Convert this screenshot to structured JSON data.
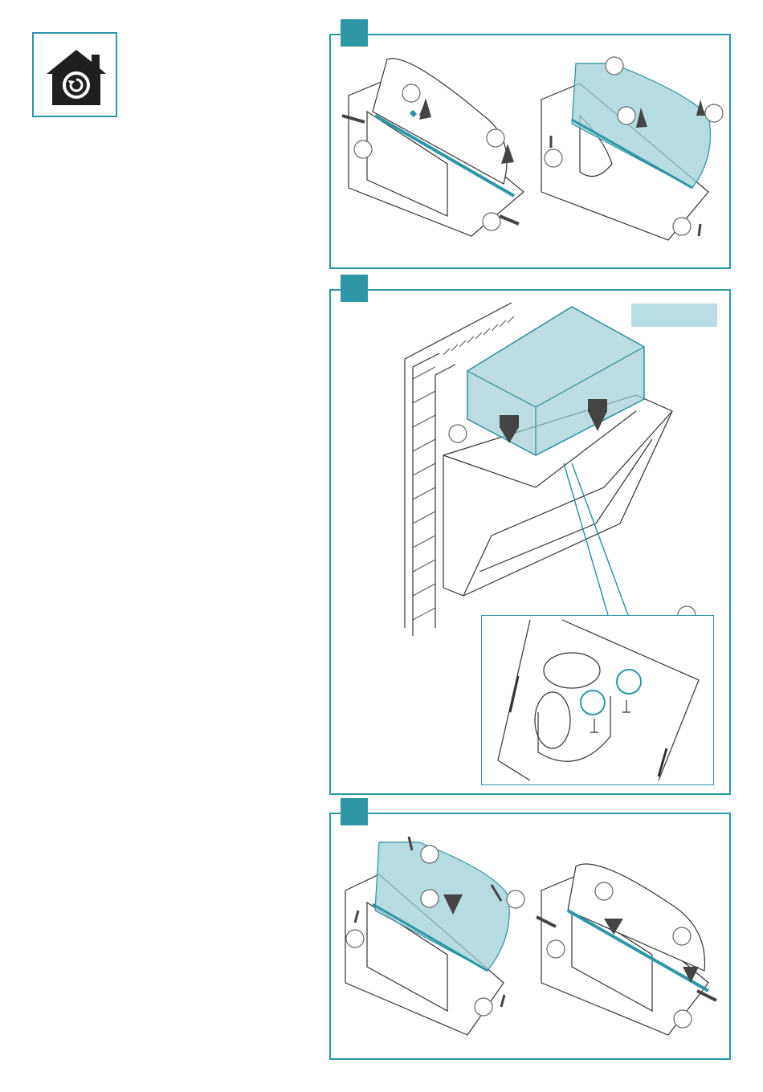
{
  "document": {
    "type": "installation-instructions",
    "accent_color": "#2e96a4",
    "highlight_fill": "#9ecfd6",
    "label_fill": "#b8dde3"
  },
  "icon": {
    "name": "home-service-icon"
  },
  "steps": [
    {
      "id": "step-1",
      "title": ""
    },
    {
      "id": "step-2",
      "title": ""
    },
    {
      "id": "step-3",
      "title": ""
    }
  ]
}
